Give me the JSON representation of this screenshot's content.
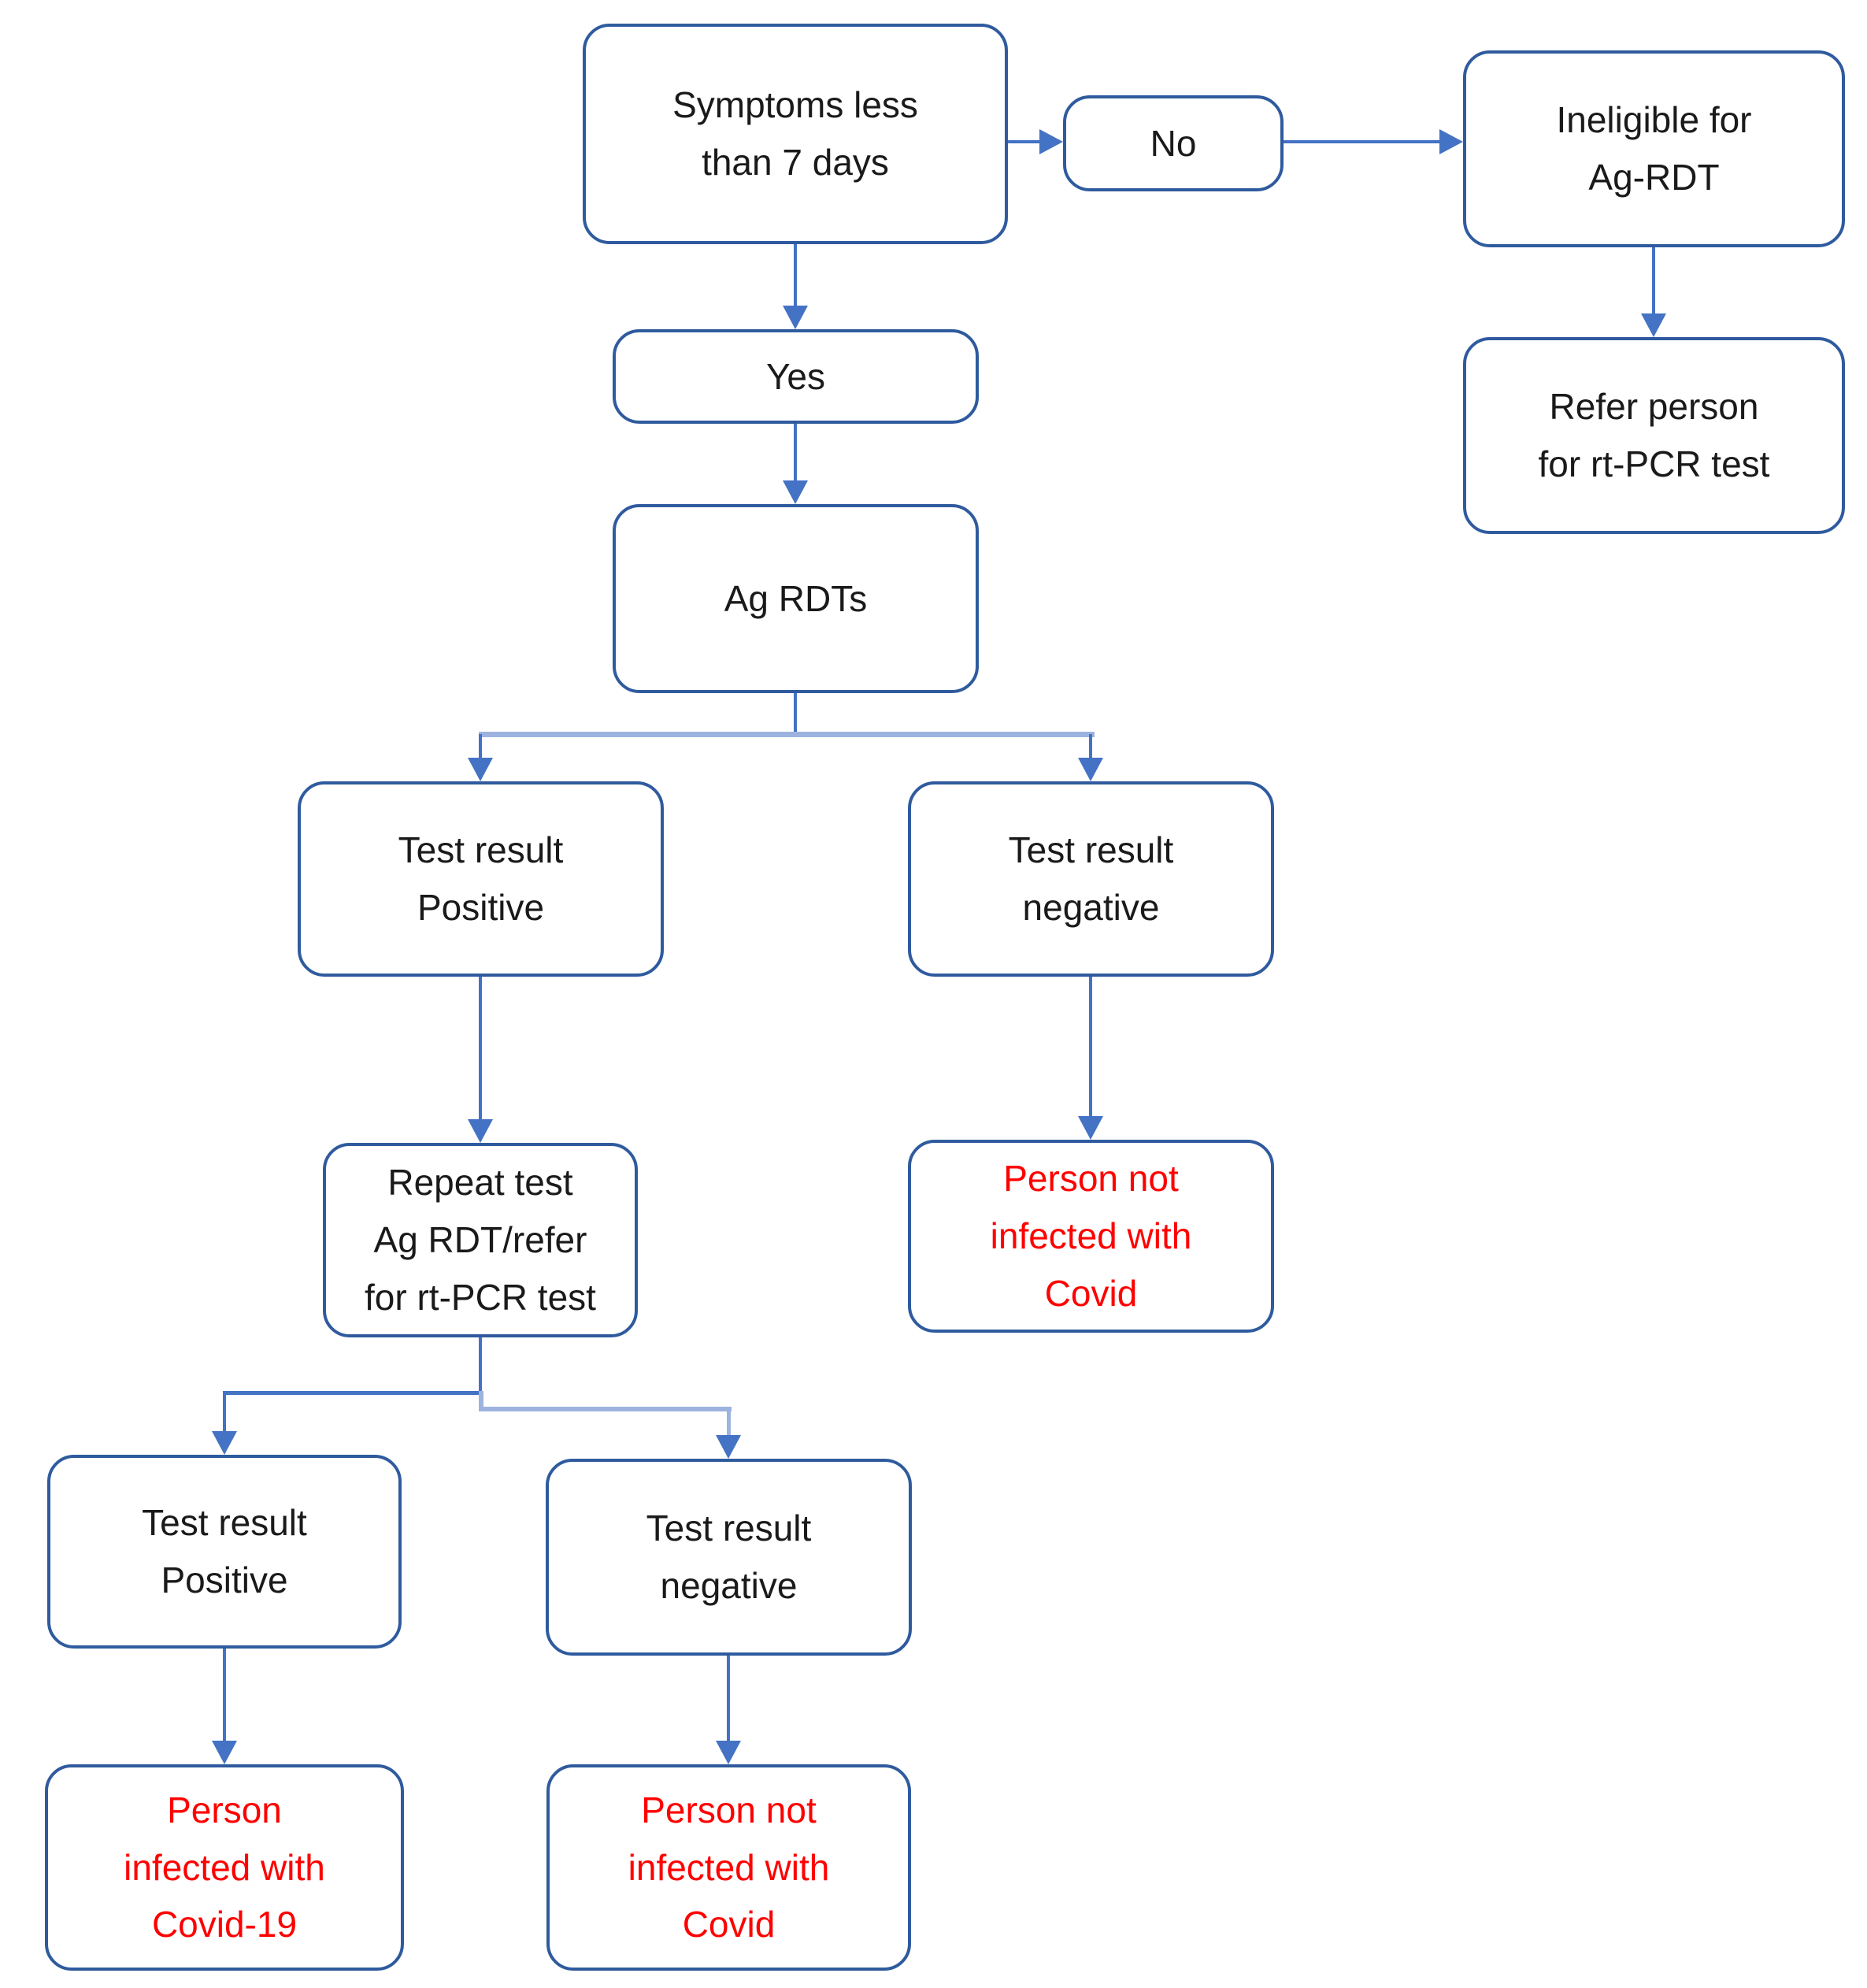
{
  "diagram": {
    "type": "flowchart",
    "description": "Covid-19 Ag-RDT testing decision flowchart",
    "background": "#FFFFFF",
    "colors": {
      "box_border": "#2F5B9E",
      "connector": "#4472C4",
      "connector_light": "#9DB3DF",
      "text": "#1A1A1A",
      "negative_text": "#FF0000"
    },
    "nodes": [
      {
        "id": "symptoms",
        "label": "Symptoms less\nthan 7 days",
        "text_color": "#1A1A1A"
      },
      {
        "id": "no",
        "label": "No",
        "text_color": "#1A1A1A"
      },
      {
        "id": "ineligible",
        "label": "Ineligible for\nAg-RDT",
        "text_color": "#1A1A1A"
      },
      {
        "id": "refer_pcr",
        "label": "Refer person\nfor rt-PCR test",
        "text_color": "#1A1A1A"
      },
      {
        "id": "yes",
        "label": "Yes",
        "text_color": "#1A1A1A"
      },
      {
        "id": "ag_rdts",
        "label": "Ag RDTs",
        "text_color": "#1A1A1A"
      },
      {
        "id": "test1_positive",
        "label": "Test result\nPositive",
        "text_color": "#1A1A1A"
      },
      {
        "id": "test1_negative",
        "label": "Test result\nnegative",
        "text_color": "#1A1A1A"
      },
      {
        "id": "repeat_test",
        "label": "Repeat test\nAg RDT/refer\nfor rt-PCR test",
        "text_color": "#1A1A1A"
      },
      {
        "id": "not_infected_mid",
        "label": "Person not\ninfected with\nCovid",
        "text_color": "#FF0000"
      },
      {
        "id": "test2_positive",
        "label": "Test result\nPositive",
        "text_color": "#1A1A1A"
      },
      {
        "id": "test2_negative",
        "label": "Test result\nnegative",
        "text_color": "#1A1A1A"
      },
      {
        "id": "infected",
        "label": "Person\ninfected with\nCovid-19",
        "text_color": "#FF0000"
      },
      {
        "id": "not_infected_bot",
        "label": "Person not\ninfected with\nCovid",
        "text_color": "#FF0000"
      }
    ],
    "edges": [
      {
        "from": "symptoms",
        "to": "no"
      },
      {
        "from": "no",
        "to": "ineligible"
      },
      {
        "from": "ineligible",
        "to": "refer_pcr"
      },
      {
        "from": "symptoms",
        "to": "yes"
      },
      {
        "from": "yes",
        "to": "ag_rdts"
      },
      {
        "from": "ag_rdts",
        "to": "test1_positive"
      },
      {
        "from": "ag_rdts",
        "to": "test1_negative"
      },
      {
        "from": "test1_positive",
        "to": "repeat_test"
      },
      {
        "from": "test1_negative",
        "to": "not_infected_mid"
      },
      {
        "from": "repeat_test",
        "to": "test2_positive"
      },
      {
        "from": "repeat_test",
        "to": "test2_negative"
      },
      {
        "from": "test2_positive",
        "to": "infected"
      },
      {
        "from": "test2_negative",
        "to": "not_infected_bot"
      }
    ]
  }
}
